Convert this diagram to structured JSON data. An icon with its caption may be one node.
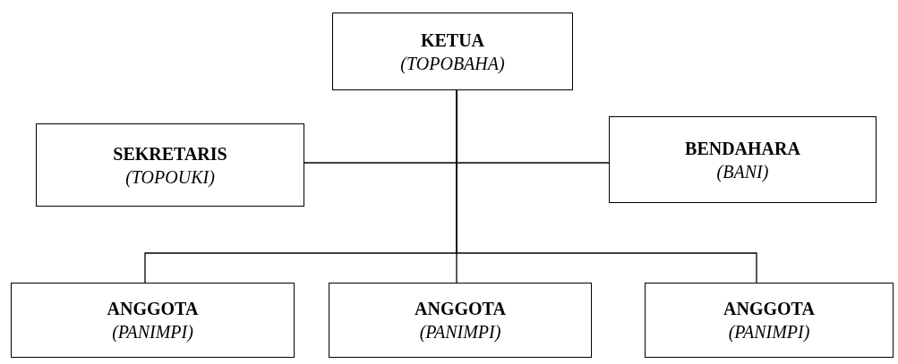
{
  "diagram": {
    "nodes": [
      {
        "text": [
          "KETUA",
          "(TOPOBAHA)"
        ]
      },
      {
        "text": [
          "SEKRETARIS",
          "(TOPOUKI)"
        ]
      },
      {
        "text": [
          "BENDAHARA",
          "(BANI)"
        ]
      },
      {
        "text": [
          "ANGGOTA",
          "(PANIMPI)"
        ]
      },
      {
        "text": [
          "ANGGOTA",
          "(PANIMPI)"
        ]
      },
      {
        "text": [
          "ANGGOTA",
          "(PANIMPI)"
        ]
      }
    ],
    "edges": [
      {
        "from": 0,
        "to": 1,
        "arrow": "none"
      },
      {
        "from": 0,
        "to": 2,
        "arrow": "none"
      },
      {
        "from": 0,
        "to": 3,
        "arrow": "none"
      },
      {
        "from": 0,
        "to": 4,
        "arrow": "none"
      },
      {
        "from": 0,
        "to": 5,
        "arrow": "none"
      }
    ]
  }
}
